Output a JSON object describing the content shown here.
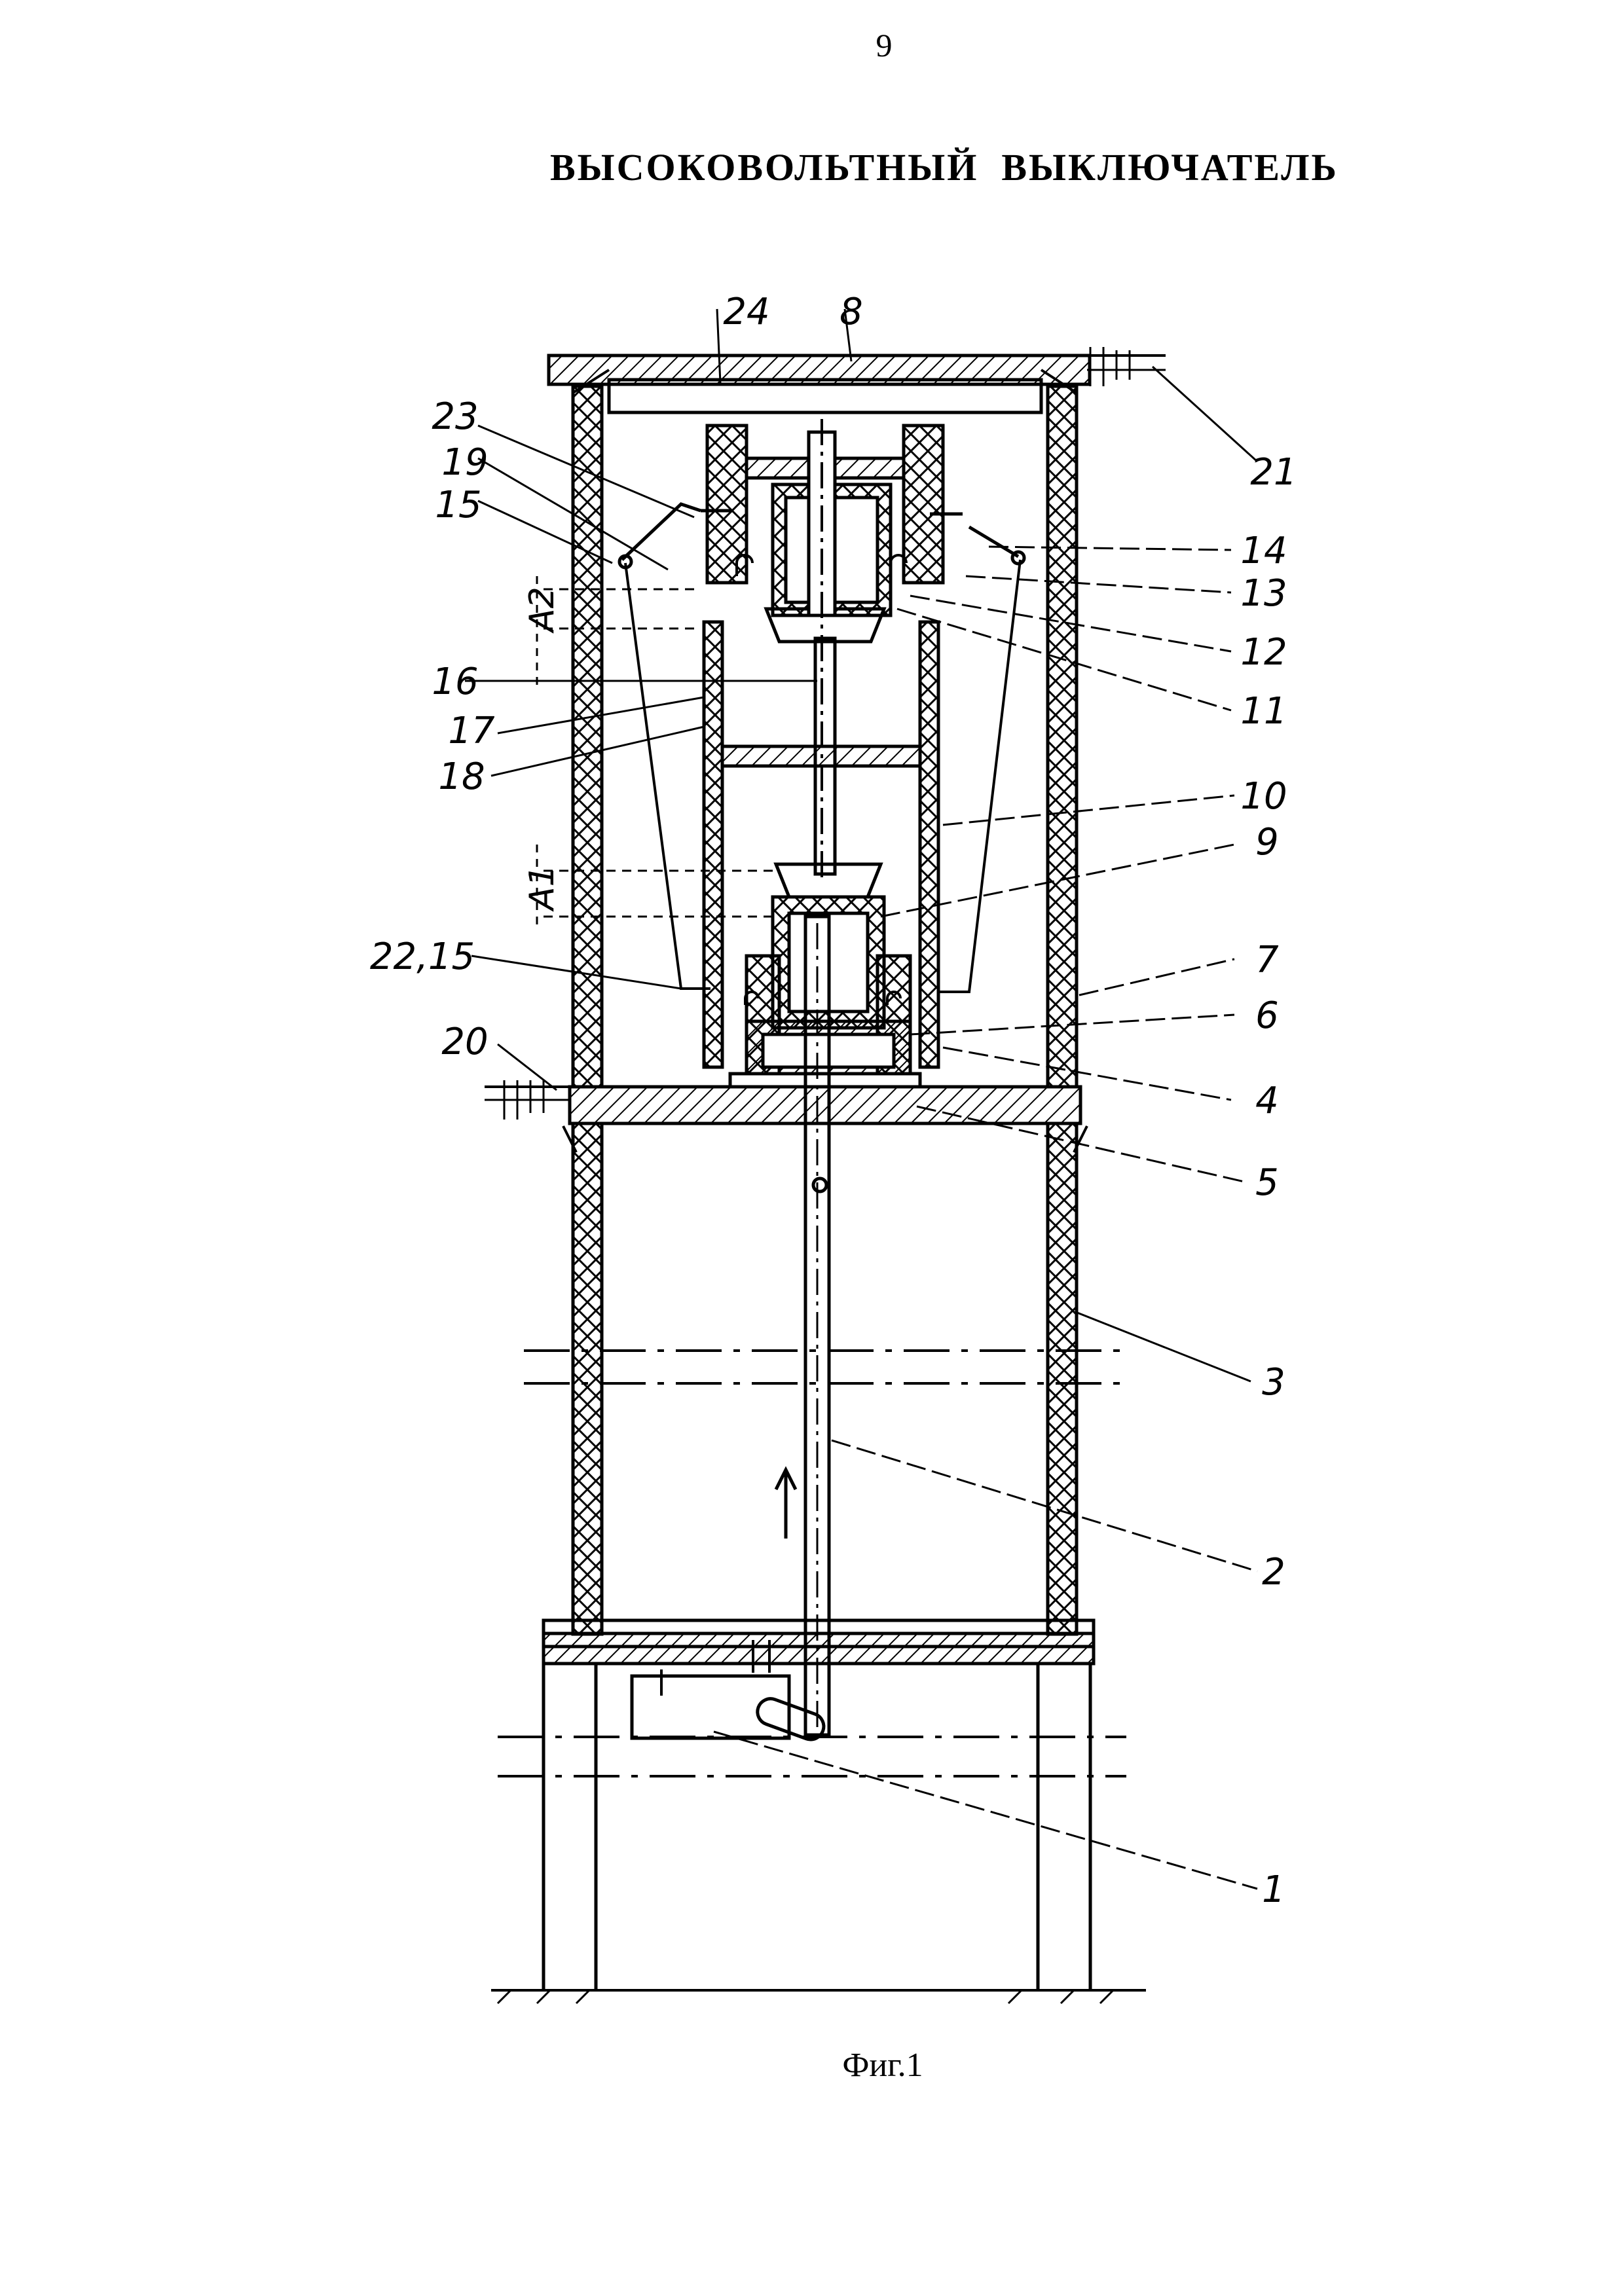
{
  "page": {
    "number": "9",
    "title": "ВЫСОКОВОЛЬТНЫЙ  ВЫКЛЮЧАТЕЛЬ",
    "caption": "Фиг.1"
  },
  "labels": {
    "l1": "1",
    "l2": "2",
    "l3": "3",
    "l4": "4",
    "l5": "5",
    "l6": "6",
    "l7": "7",
    "l8": "8",
    "l9": "9",
    "l10": "10",
    "l11": "11",
    "l12": "12",
    "l13": "13",
    "l14": "14",
    "l15": "15",
    "l16": "16",
    "l17": "17",
    "l18": "18",
    "l19": "19",
    "l20": "20",
    "l21": "21",
    "l22_15": "22,15",
    "l23": "23",
    "l24": "24",
    "a1": "A1",
    "a2": "A2"
  }
}
